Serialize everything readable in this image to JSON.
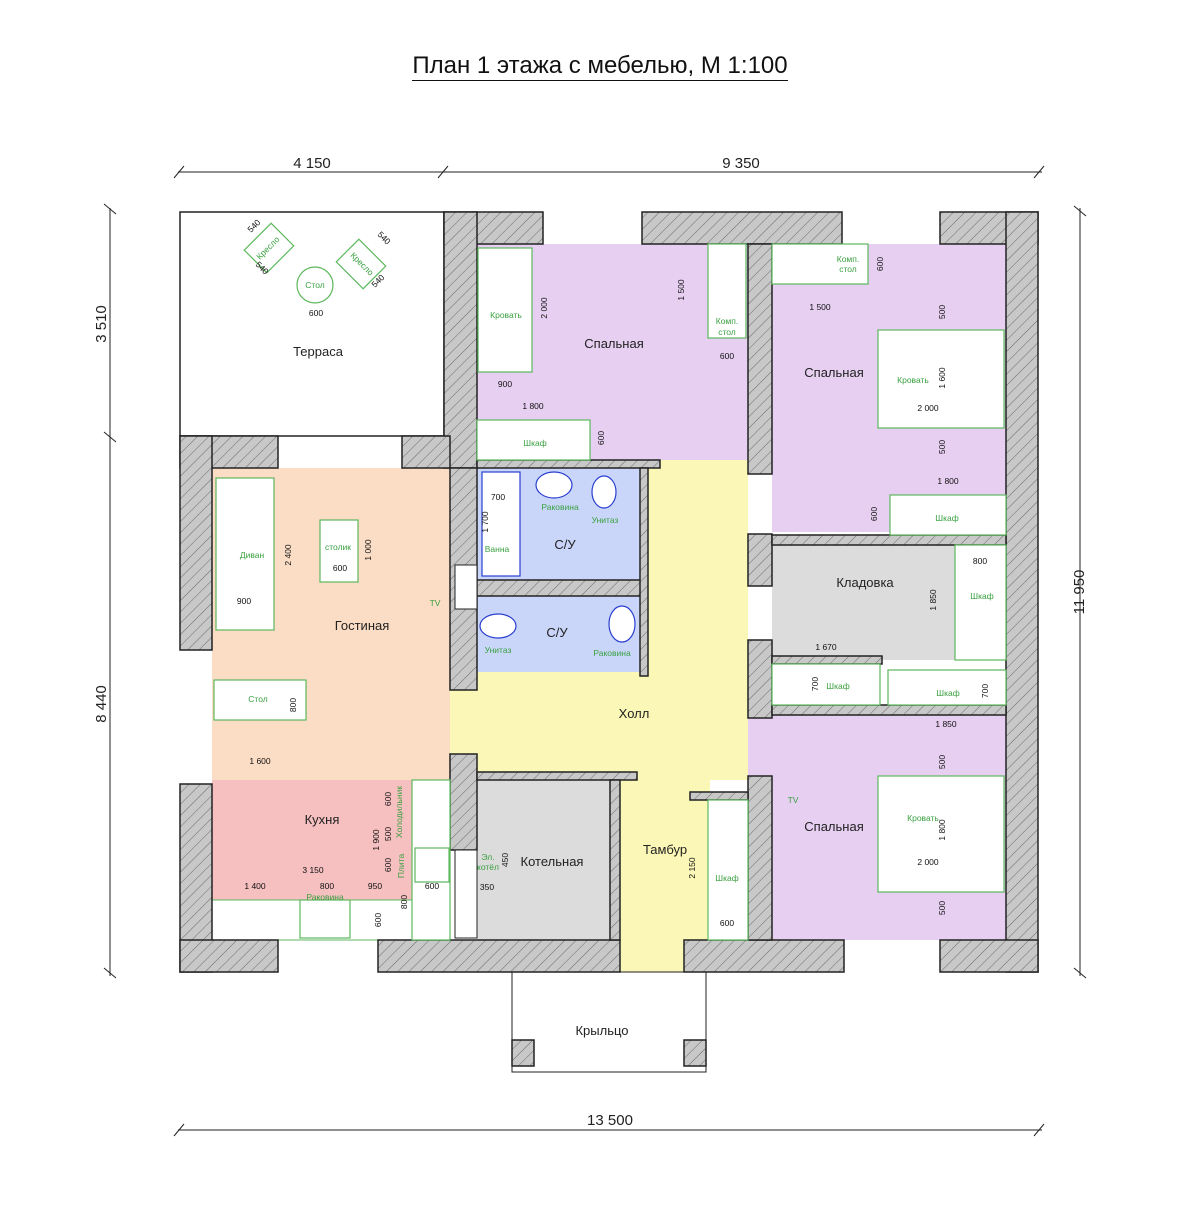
{
  "title": "План 1 этажа с мебелью, М 1:100",
  "overall_dimensions": {
    "top_left": "4 150",
    "top_right": "9 350",
    "left_top": "3 510",
    "left_bottom": "8 440",
    "right": "11 950",
    "bottom": "13 500"
  },
  "colors": {
    "bedroom": "#e7cff2",
    "living": "#fbdcc4",
    "kitchen": "#f6bfc0",
    "hall": "#fbf7b6",
    "bathroom": "#c9d6fa",
    "utility": "#dcdcdc",
    "furniture": "#3aa040"
  },
  "rooms": [
    "Терраса",
    "Спальная",
    "Спальная",
    "С/У",
    "С/У",
    "Кладовка",
    "Гостиная",
    "Холл",
    "Кухня",
    "Котельная",
    "Тамбур",
    "Спальная",
    "Крыльцо"
  ],
  "furniture": [
    "Кресло",
    "Кресло",
    "Стол",
    "Кровать",
    "Комп.",
    "стол",
    "Комп.",
    "стол",
    "Кровать",
    "Шкаф",
    "Шкаф",
    "Раковина",
    "Унитаз",
    "Ванна",
    "Диван",
    "столик",
    "TV",
    "Унитаз",
    "Раковина",
    "Шкаф",
    "Шкаф",
    "Шкаф",
    "Стол",
    "Холодильник",
    "Плита",
    "Раковина",
    "Эл.",
    "котёл",
    "TV",
    "Кровать",
    "Шкаф"
  ],
  "dimensions": [
    "540",
    "540",
    "540",
    "540",
    "600",
    "2 000",
    "1 500",
    "600",
    "900",
    "1 800",
    "600",
    "600",
    "1 500",
    "500",
    "1 600",
    "2 000",
    "500",
    "1 800",
    "600",
    "700",
    "1 700",
    "2 400",
    "1 000",
    "600",
    "900",
    "1 850",
    "800",
    "1 670",
    "700",
    "700",
    "800",
    "1 600",
    "1 850",
    "500",
    "1 800",
    "2 000",
    "500",
    "600",
    "500",
    "1 900",
    "600",
    "3 150",
    "1 400",
    "800",
    "950",
    "600",
    "800",
    "600",
    "450",
    "350",
    "2 150",
    "600"
  ]
}
